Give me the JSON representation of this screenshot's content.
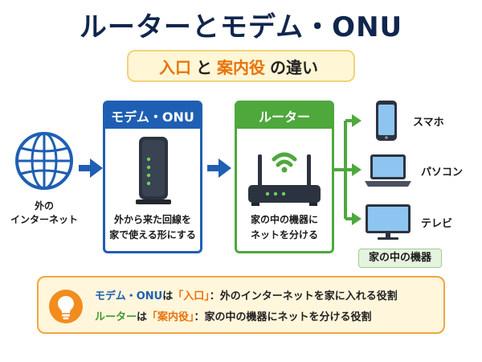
{
  "title": "ルーターとモデム・ONU",
  "subtitle": {
    "part1": "入口",
    "part2": "と",
    "part3": "案内役",
    "part4": "の違い"
  },
  "internet": {
    "label": "外の\nインターネット"
  },
  "modem": {
    "header": "モデム・ONU",
    "description": "外から来た回線を\n家で使える形にする"
  },
  "router": {
    "header": "ルーター",
    "description": "家の中の機器に\nネットを分ける"
  },
  "devices": [
    {
      "icon": "smartphone-icon",
      "label": "スマホ"
    },
    {
      "icon": "laptop-icon",
      "label": "パソコン"
    },
    {
      "icon": "tv-icon",
      "label": "テレビ"
    }
  ],
  "home_tag": "家の中の機器",
  "notes": {
    "line1": {
      "subject": "モデム・ONU",
      "particle": "は",
      "role": "「入口」",
      "detail": "：外のインターネットを家に入れる役割"
    },
    "line2": {
      "subject": "ルーター",
      "particle": "は",
      "role": "「案内役」",
      "detail": "：家の中の機器にネットを分ける役割"
    }
  },
  "colors": {
    "navy": "#10264d",
    "blue": "#1f5fb3",
    "green": "#4ea83c",
    "orange": "#e8730a"
  }
}
